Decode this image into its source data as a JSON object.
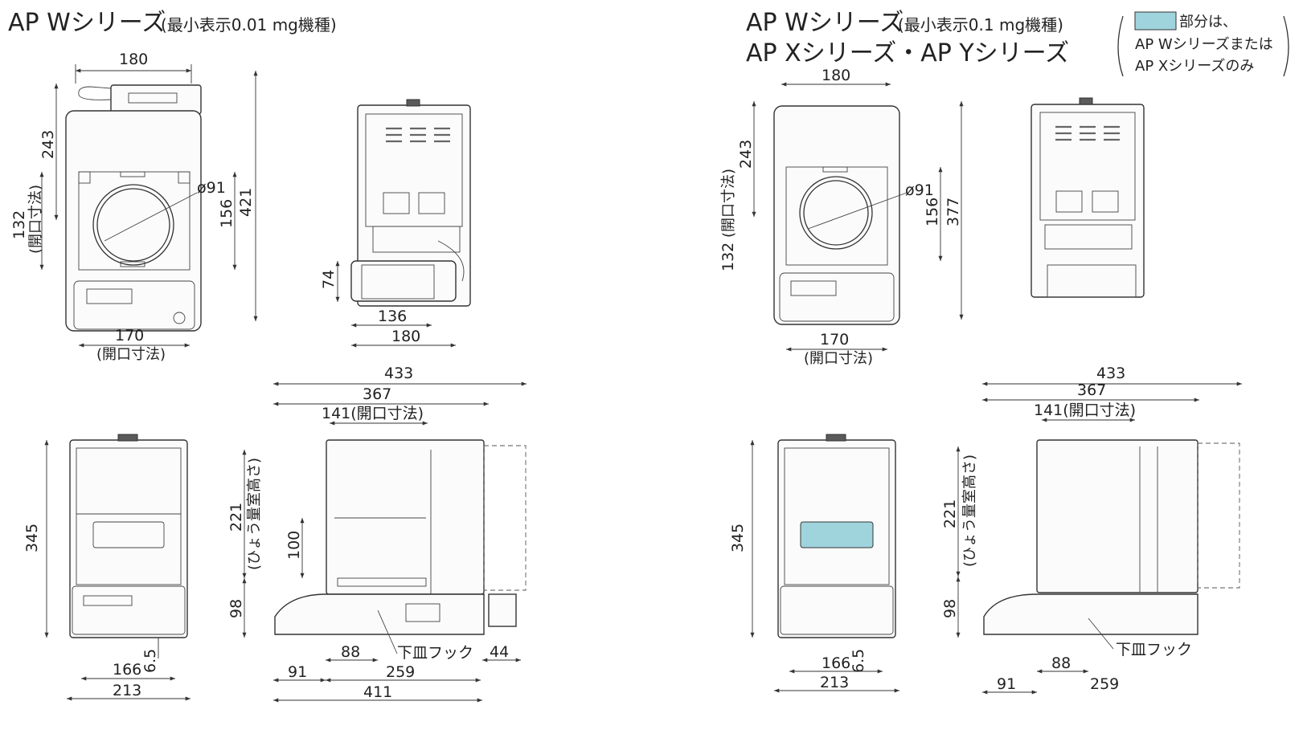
{
  "titles": {
    "left_main": "AP Wシリーズ",
    "left_sub": "(最小表示0.01 mg機種)",
    "right_main": "AP Wシリーズ",
    "right_sub": "(最小表示0.1 mg機種)",
    "right_line2": "AP Xシリーズ・AP Yシリーズ"
  },
  "legend": {
    "line1": "部分は、",
    "line2": "AP Wシリーズまたは",
    "line3": "AP Xシリーズのみ",
    "swatch_color": "#9fd4dd"
  },
  "labels": {
    "opening": "(開口寸法)",
    "opening_vert": "(開口寸法)",
    "weigh_height": "(ひょう量室高さ)",
    "hook": "下皿フック",
    "dia": "ø91",
    "opening141": "141(開口寸法)"
  },
  "dims_left": {
    "front_top_w": "180",
    "front_h_243": "243",
    "front_132": "132",
    "front_156": "156",
    "front_421": "421",
    "front_170": "170",
    "side_74": "74",
    "side_136": "136",
    "side_180": "180",
    "b_345": "345",
    "b_6_5": "6.5",
    "b_166": "166",
    "b_213": "213",
    "s_433": "433",
    "s_367": "367",
    "s_221": "221",
    "s_100": "100",
    "s_98": "98",
    "s_88": "88",
    "s_44": "44",
    "s_91": "91",
    "s_259": "259",
    "s_411": "411"
  },
  "dims_right": {
    "front_top_w": "180",
    "front_h_243": "243",
    "front_132": "132",
    "front_156": "156",
    "front_377": "377",
    "front_170": "170",
    "b_345": "345",
    "b_6_5": "6.5",
    "b_166": "166",
    "b_213": "213",
    "s_433": "433",
    "s_367": "367",
    "s_221": "221",
    "s_98": "98",
    "s_88": "88",
    "s_91": "91",
    "s_259": "259"
  },
  "colors": {
    "highlight": "#9fd4dd",
    "line": "#333333"
  }
}
